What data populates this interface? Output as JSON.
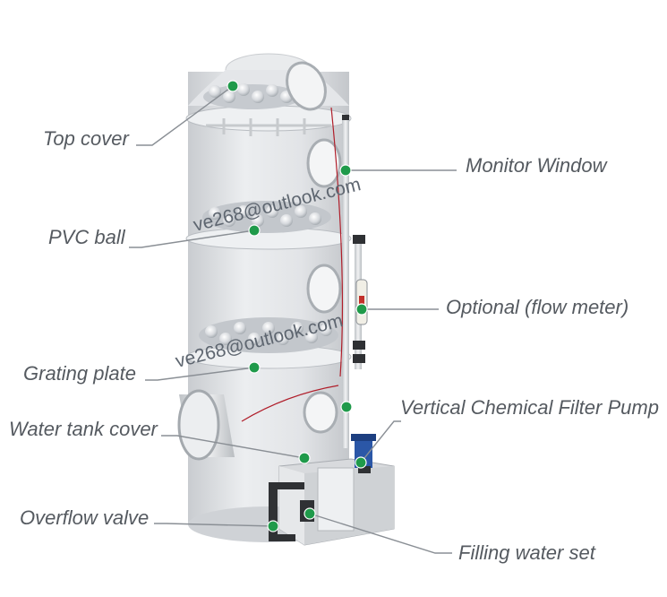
{
  "labels": {
    "top_cover": "Top cover",
    "pvc_ball": "PVC ball",
    "grating_plate": "Grating plate",
    "water_tank_cover": "Water tank cover",
    "overflow_valve": "Overflow valve",
    "monitor_window": "Monitor Window",
    "optional_flow_meter": "Optional (flow meter)",
    "vertical_pump": "Vertical Chemical Filter Pump",
    "filling_water_set": "Filling water set"
  },
  "watermarks": [
    "ve268@outlook.com",
    "ve268@outlook.com"
  ],
  "colors": {
    "marker": "#1f9a4a",
    "label_text": "#555a60",
    "tower_body": "#d9dbde",
    "pump_motor": "#2b57a7"
  }
}
